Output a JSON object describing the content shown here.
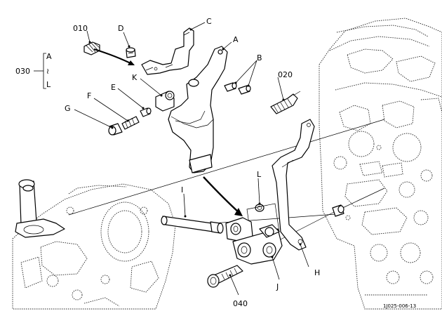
{
  "callouts": {
    "p010": "010",
    "p020": "020",
    "p030": "030",
    "p040": "040",
    "A": "A",
    "B": "B",
    "C": "C",
    "D": "D",
    "E": "E",
    "F": "F",
    "G": "G",
    "H": "H",
    "I": "I",
    "J": "J",
    "K": "K",
    "L": "L"
  },
  "bracket": {
    "top": "A",
    "mid": "≀",
    "bottom": "L"
  },
  "figure_code": "1J025-006-13"
}
